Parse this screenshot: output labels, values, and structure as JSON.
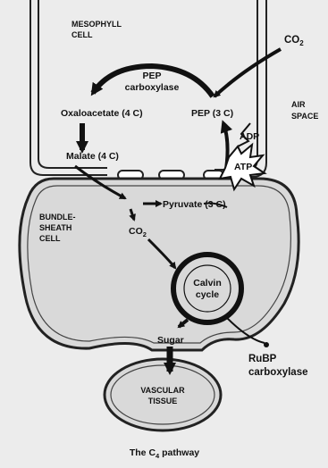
{
  "labels": {
    "mesophyll_cell": [
      "MESOPHYLL",
      "CELL"
    ],
    "co2_in": "CO",
    "co2_in_sub": "2",
    "pep_carboxylase": [
      "PEP",
      "carboxylase"
    ],
    "oxaloacetate": "Oxaloacetate (4 C)",
    "pep": "PEP (3 C)",
    "air_space": [
      "AIR",
      "SPACE"
    ],
    "adp": "ADP",
    "atp": "ATP",
    "malate": "Malate (4 C)",
    "bundle_sheath_cell": [
      "BUNDLE-",
      "SHEATH",
      "CELL"
    ],
    "pyruvate": "Pyruvate (3 C)",
    "co2_sheath": "CO",
    "co2_sheath_sub": "2",
    "calvin_cycle": [
      "Calvin",
      "cycle"
    ],
    "sugar": "Sugar",
    "rubp_carboxylase": [
      "RuBP",
      "carboxylase"
    ],
    "vascular_tissue": [
      "VASCULAR",
      "TISSUE"
    ],
    "caption_main": "The C",
    "caption_sub": "4",
    "caption_end": " pathway"
  },
  "colors": {
    "background": "#ececec",
    "cell_fill": "#d9d9d9",
    "ink": "#111111",
    "wall": "#222222"
  }
}
